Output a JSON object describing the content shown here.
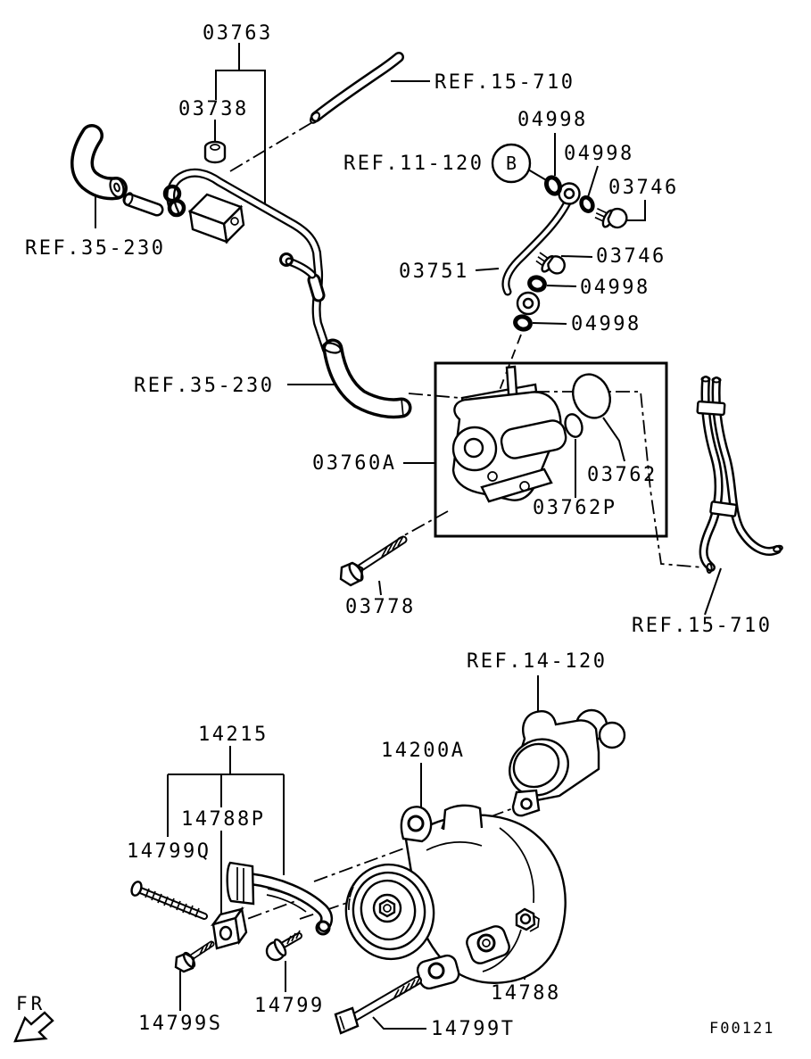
{
  "document": {
    "figure_code": "F00121",
    "orientation_label": "FR"
  },
  "labels": {
    "p03763": "03763",
    "p03738": "03738",
    "ref35_230_a": "REF.35-230",
    "ref15_710_a": "REF.15-710",
    "p04998_a": "04998",
    "ref11_120": "REF.11-120",
    "detail_b": "B",
    "p04998_b": "04998",
    "p03746_a": "03746",
    "p03751": "03751",
    "p03746_b": "03746",
    "p04998_c": "04998",
    "p04998_d": "04998",
    "ref35_230_b": "REF.35-230",
    "p03760a": "03760A",
    "p03762": "03762",
    "p03762p": "03762P",
    "p03778": "03778",
    "ref15_710_b": "REF.15-710",
    "ref14_120": "REF.14-120",
    "p14200a": "14200A",
    "p14215": "14215",
    "p14788p": "14788P",
    "p14799q": "14799Q",
    "p14799s": "14799S",
    "p14799": "14799",
    "p14788": "14788",
    "p14799t": "14799T",
    "fr": "FR",
    "figure_code": "F00121"
  }
}
